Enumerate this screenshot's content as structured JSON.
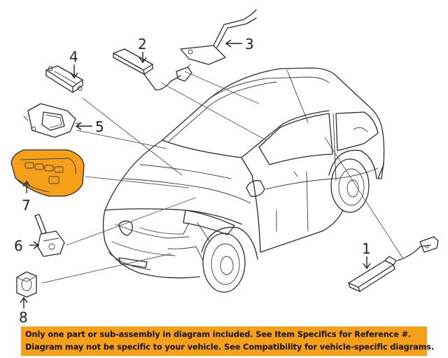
{
  "callouts": {
    "c1": "1",
    "c2": "2",
    "c3": "3",
    "c4": "4",
    "c5": "5",
    "c6": "6",
    "c7": "7",
    "c8": "8"
  },
  "highlight_color": "#f6a01a",
  "banner": {
    "line1": "Only one part or sub-assembly in diagram included. See Item Specifics for Reference #.",
    "line2": "Diagram may not be specific to your vehicle. See Compatibility for vehicle-specific diagrams."
  }
}
